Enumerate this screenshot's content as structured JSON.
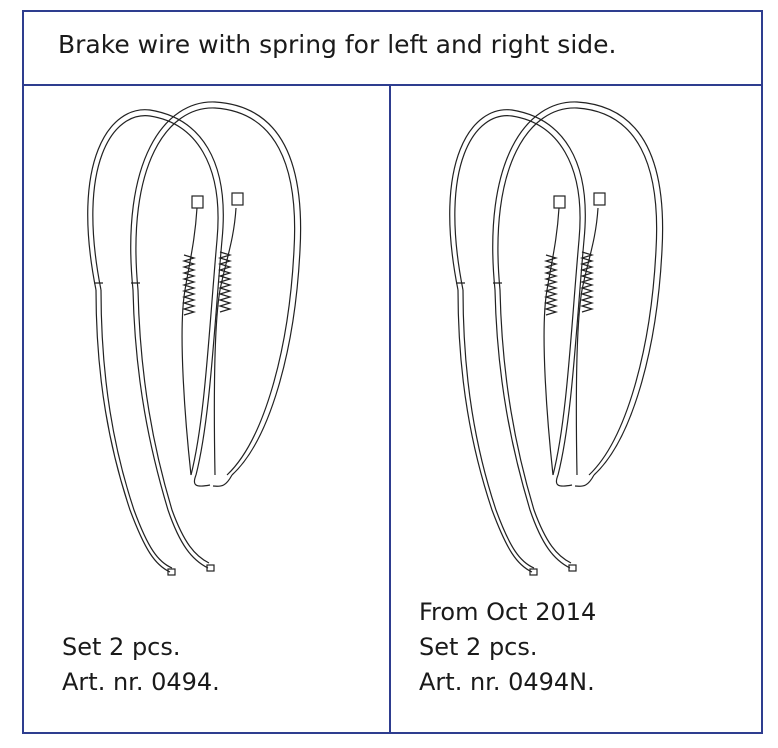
{
  "header": {
    "title": "Brake wire with spring for left and right side."
  },
  "left_panel": {
    "lines": [
      "Set 2 pcs.",
      "Art. nr. 0494."
    ]
  },
  "right_panel": {
    "lines": [
      "From Oct 2014",
      "Set 2 pcs.",
      "Art. nr. 0494N."
    ]
  },
  "colors": {
    "border": "#2e3d8f",
    "text": "#1a1a1a",
    "line_art": "#222222"
  }
}
